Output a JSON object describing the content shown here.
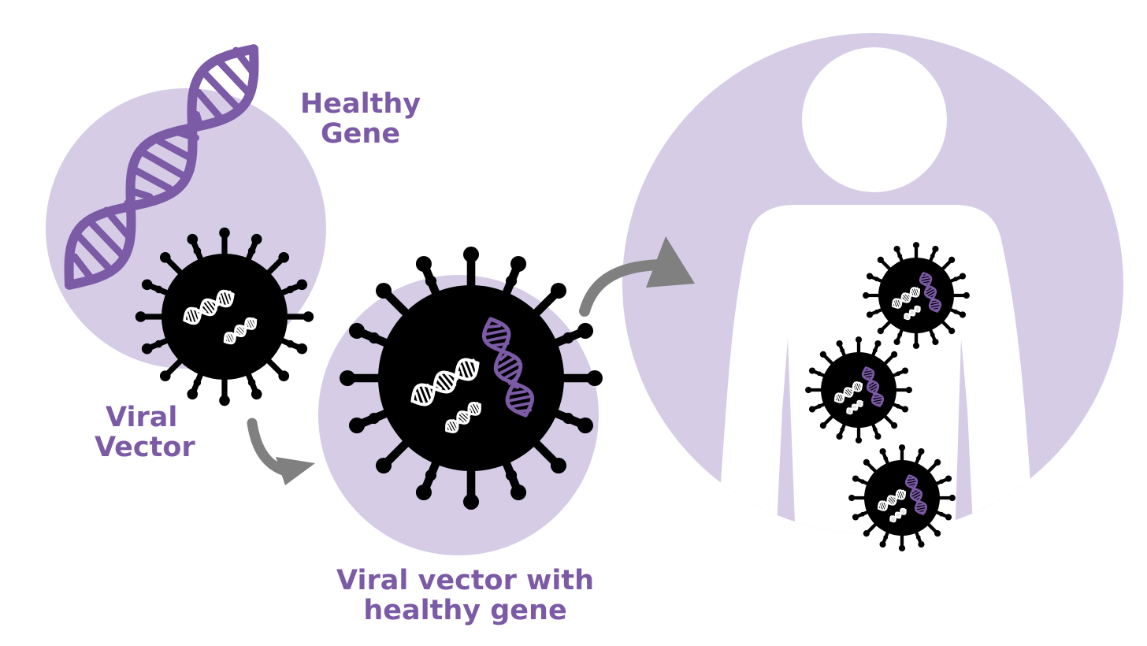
{
  "labels": {
    "healthy_gene": [
      "Healthy",
      "Gene"
    ],
    "viral_vector": [
      "Viral",
      "Vector"
    ],
    "viral_vector_with_gene": [
      "Viral vector with",
      "healthy gene"
    ]
  },
  "colors": {
    "lavender": "#d6cce6",
    "purple": "#7b5aa6",
    "virus": "#000000",
    "arrow": "#808080",
    "background": "#ffffff"
  },
  "icons": [
    "dna-helix-icon",
    "virus-icon",
    "curved-arrow-icon",
    "human-silhouette-icon"
  ]
}
